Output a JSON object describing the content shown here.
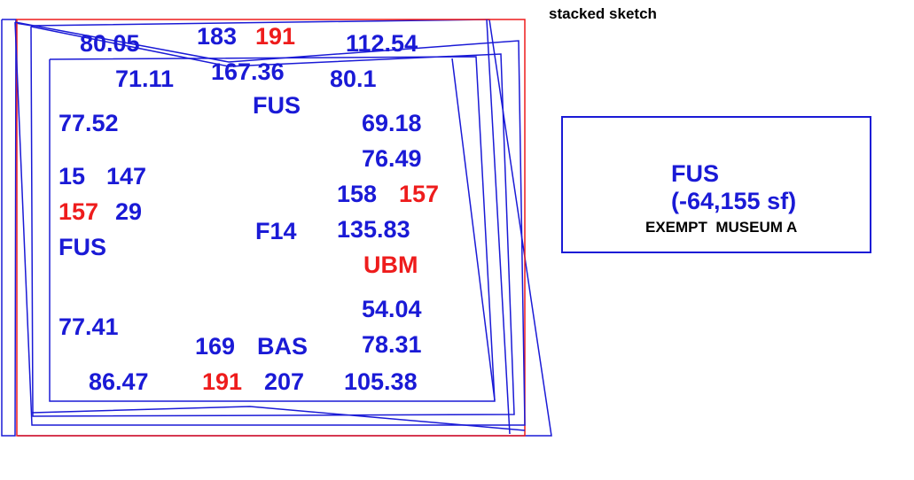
{
  "title": "stacked sketch",
  "colors": {
    "outline": "#1a1ad6",
    "highlight": "#ee1c1c",
    "text": "#000000"
  },
  "sketch": {
    "top_labels": {
      "a": "183",
      "b": "191",
      "c": "167.36",
      "d": "80.05",
      "e": "71.11",
      "f": "112.54",
      "g": "80.1",
      "h": "FUS"
    },
    "left_labels": {
      "a": "77.52",
      "b": "157",
      "c": "FUS",
      "d": "77.41",
      "e": "15",
      "f": "147",
      "g": "29"
    },
    "center_label": "F14",
    "right_labels": {
      "a": "69.18",
      "b": "76.49",
      "c": "135.83",
      "d": "158",
      "e": "157",
      "f": "UBM",
      "g": "54.04",
      "h": "78.31"
    },
    "bottom_labels": {
      "a": "86.47",
      "b": "169",
      "c": "BAS",
      "d": "191",
      "e": "207",
      "f": "105.38"
    }
  },
  "legend_box": {
    "code": "FUS",
    "area": "(-64,155 sf)",
    "description": "EXEMPT  MUSEUM A"
  }
}
